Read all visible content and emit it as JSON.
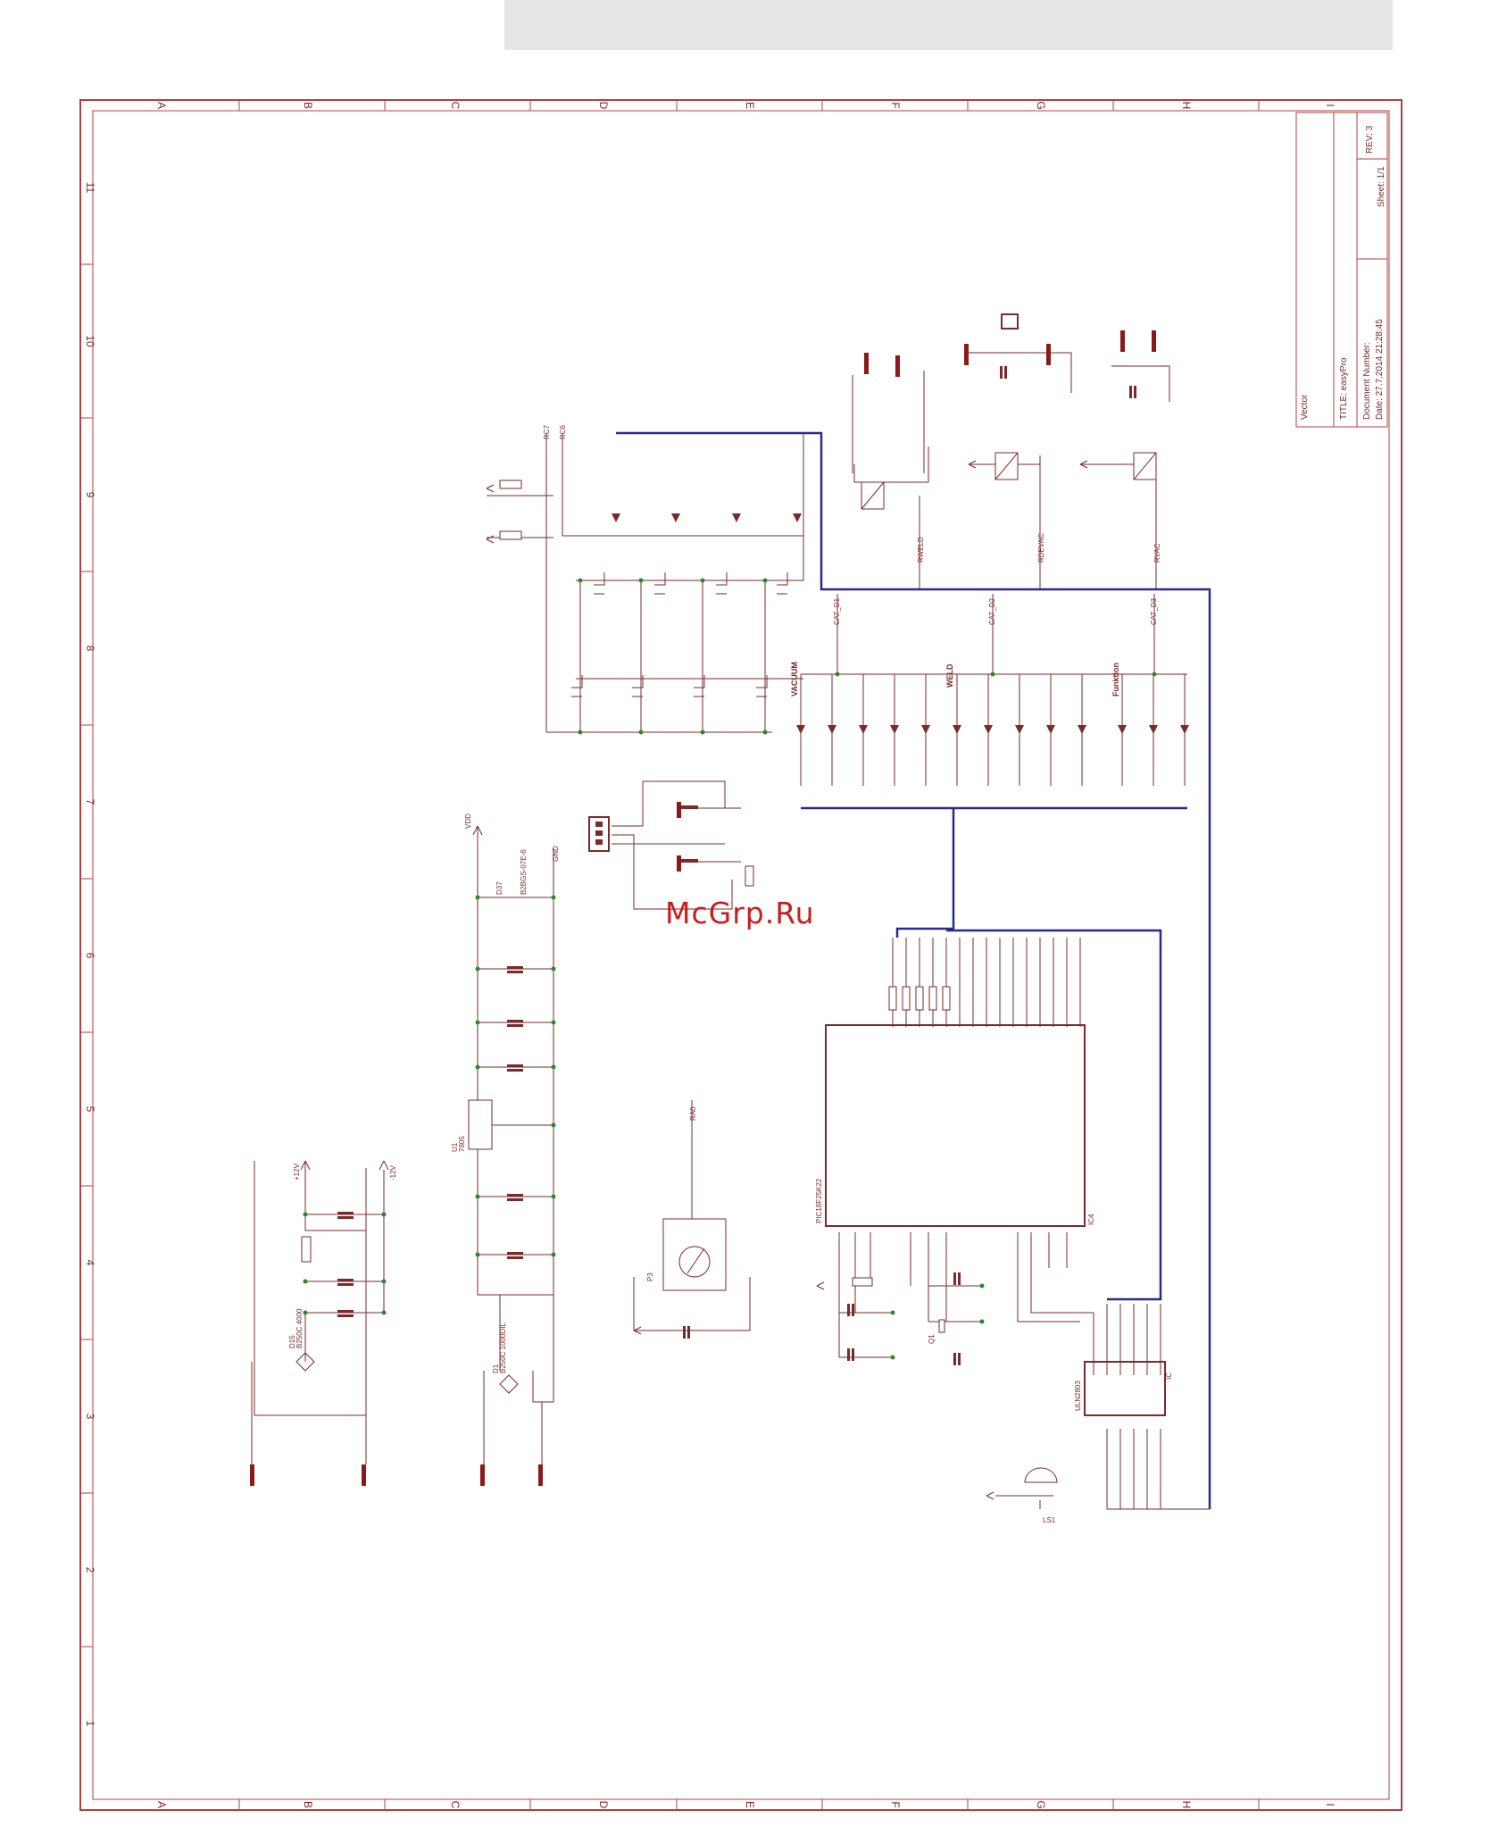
{
  "watermark": "McGrp.Ru",
  "frame": {
    "column_letters": [
      "A",
      "B",
      "C",
      "D",
      "E",
      "F",
      "G",
      "H",
      "I"
    ],
    "row_numbers": [
      "11",
      "10",
      "9",
      "8",
      "7",
      "6",
      "5",
      "4",
      "3",
      "2",
      "1"
    ]
  },
  "title_block": {
    "company": "Vector",
    "title": "TITLE:   easyPro",
    "document": "Document Number:",
    "date": "Date: 27.7.2014  21:28:45",
    "rev": "REV: 3",
    "sheet": "Sheet: 1/1"
  },
  "groups": {
    "vacuum": "VACUUM",
    "weld": "WELD",
    "funktion": "Funktion"
  },
  "components": {
    "mcu": "PIC18F25K22",
    "mcu_ref": "IC4",
    "driver": "ULN2803",
    "driver_ref": "IC",
    "regulator": "U1",
    "regulator_val": "7805",
    "rect1": "D1",
    "rect1_val": "B250C 1000DIL",
    "rect2": "D15",
    "rect2_val": "B250C 4000",
    "led_main": "D37",
    "led_main_val": "B2BGS-07E-6",
    "pot": "P3",
    "buzzer": "LS1",
    "crystal": "Q1"
  },
  "nets": {
    "vdd": "VDD",
    "gnd": "GND",
    "plus12": "+12V",
    "minus12": "-12V",
    "cat1": "CAT_D1",
    "cat2": "CAT_D2",
    "cat3": "CAT_D3",
    "rc6": "RC6",
    "rc7": "RC7",
    "rweld": "RWELD",
    "rdevac": "RDEVAC",
    "rvac": "RVAC",
    "ra0": "RA0"
  },
  "colors": {
    "wire": "#7a2a2a",
    "bus": "#2a2a8a",
    "frame": "#b04040",
    "group": "#1a8a1a",
    "watermark": "#c81e1e"
  }
}
